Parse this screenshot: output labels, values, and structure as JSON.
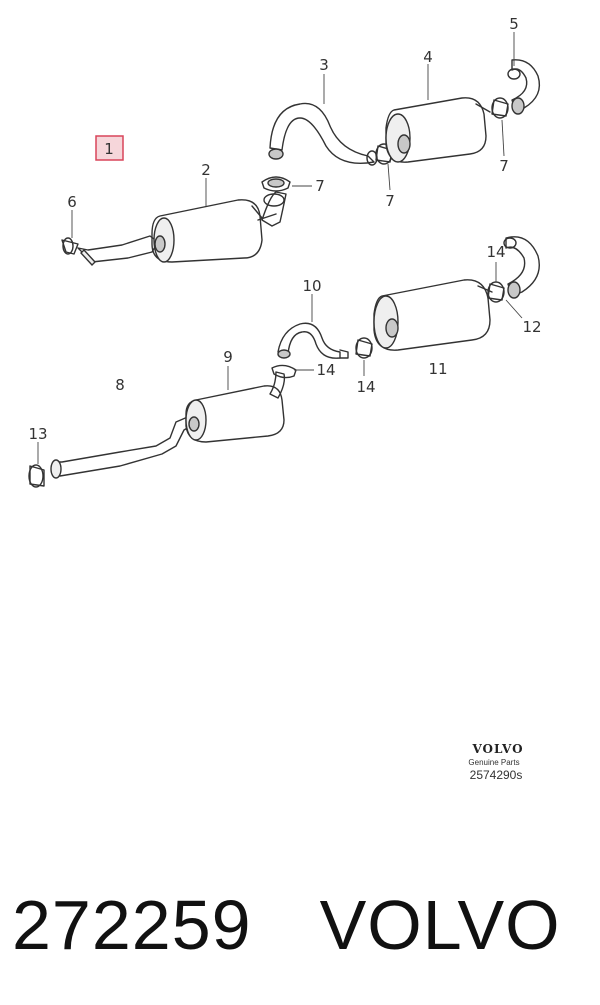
{
  "diagram": {
    "callouts": {
      "c1": "1",
      "c2": "2",
      "c3": "3",
      "c4": "4",
      "c5": "5",
      "c6": "6",
      "c7a": "7",
      "c7b": "7",
      "c7c": "7",
      "c8": "8",
      "c9": "9",
      "c10": "10",
      "c11": "11",
      "c12": "12",
      "c13": "13",
      "c14a": "14",
      "c14b": "14",
      "c14c": "14"
    },
    "highlighted_callout": "1",
    "brand": {
      "name": "VOLVO",
      "tagline": "Genuine Parts",
      "code": "2574290s"
    }
  },
  "caption": {
    "part_number": "272259",
    "make": "VOLVO"
  },
  "colors": {
    "highlight_fill": "#f6d6da",
    "highlight_border": "#d9455a"
  }
}
